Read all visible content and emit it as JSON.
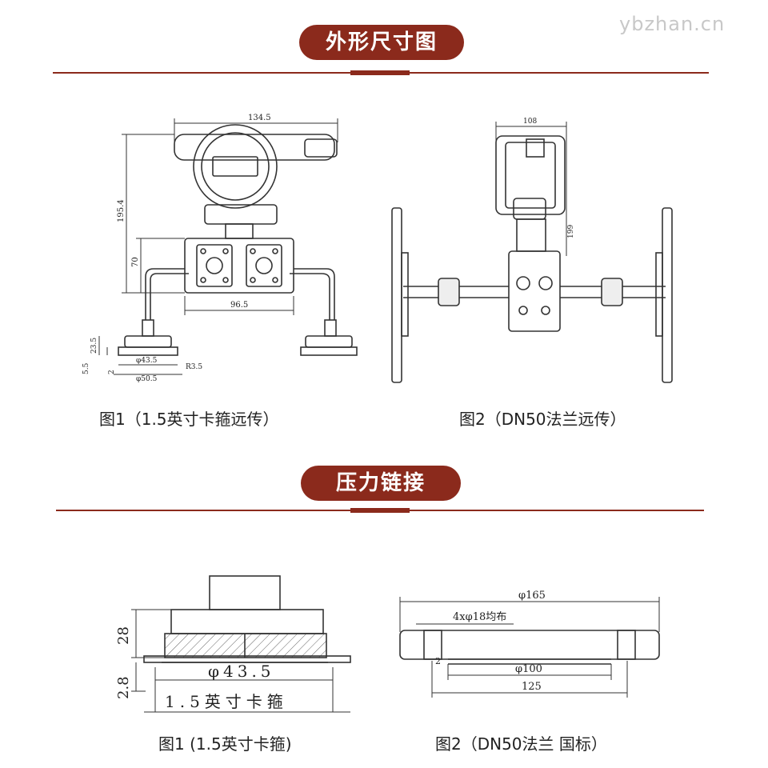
{
  "watermark": "ybzhan.cn",
  "sections": {
    "dimensions_title": "外形尺寸图",
    "connection_title": "压力链接"
  },
  "figures": {
    "fig1_caption": "图1（1.5英寸卡箍远传）",
    "fig2_caption": "图2（DN50法兰远传）",
    "fig3_caption": "图1 (1.5英寸卡箍)",
    "fig4_caption": "图2（DN50法兰 国标）"
  },
  "fig1_dims": {
    "width_top": "134.5",
    "height_total": "195.4",
    "height_body": "70",
    "width_base": "96.5",
    "clamp_h": "23.5",
    "clamp_a": "5.5",
    "clamp_b": "2",
    "dia_inner": "φ43.5",
    "dia_outer": "φ50.5",
    "radius": "R3.5"
  },
  "fig2_dims": {
    "top_w": "108",
    "height": "199"
  },
  "clamp_detail": {
    "h1": "28",
    "h2": "2.8",
    "dia": "φ43.5",
    "spec": "1.5英寸卡箍"
  },
  "flange_detail": {
    "dia_outer": "φ165",
    "holes": "4xφ18均布",
    "dia_inner": "φ100",
    "pitch": "125",
    "thick": "2"
  }
}
